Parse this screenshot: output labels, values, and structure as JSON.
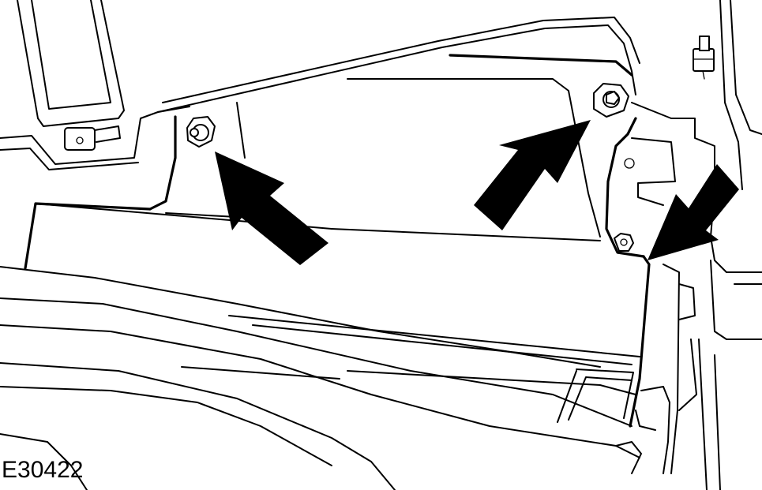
{
  "figure": {
    "label": "E30422"
  },
  "callouts": [
    {
      "id": "left-bolt-arrow",
      "icon": "arrow-icon"
    },
    {
      "id": "right-bolt-arrow",
      "icon": "arrow-icon"
    },
    {
      "id": "lower-nut-arrow",
      "icon": "arrow-icon"
    }
  ],
  "colors": {
    "line": "#000000",
    "background": "#ffffff"
  }
}
